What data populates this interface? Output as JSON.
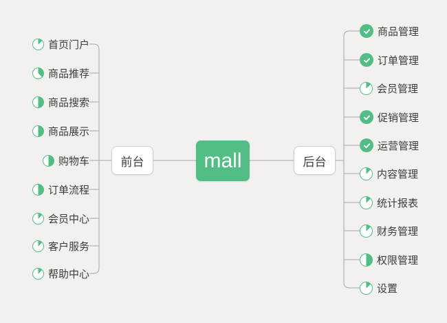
{
  "root": {
    "label": "mall"
  },
  "frontend": {
    "label": "前台",
    "items": [
      {
        "label": "首页门户",
        "progress": 12.5
      },
      {
        "label": "商品推荐",
        "progress": 37.5
      },
      {
        "label": "商品搜索",
        "progress": 50
      },
      {
        "label": "商品展示",
        "progress": 50
      },
      {
        "label": "购物车",
        "progress": 50
      },
      {
        "label": "订单流程",
        "progress": 50
      },
      {
        "label": "会员中心",
        "progress": 12.5
      },
      {
        "label": "客户服务",
        "progress": 12.5
      },
      {
        "label": "帮助中心",
        "progress": 12.5
      }
    ]
  },
  "backend": {
    "label": "后台",
    "items": [
      {
        "label": "商品管理",
        "progress": 100
      },
      {
        "label": "订单管理",
        "progress": 100
      },
      {
        "label": "会员管理",
        "progress": 12.5
      },
      {
        "label": "促销管理",
        "progress": 100
      },
      {
        "label": "运营管理",
        "progress": 100
      },
      {
        "label": "内容管理",
        "progress": 12.5
      },
      {
        "label": "统计报表",
        "progress": 12.5
      },
      {
        "label": "财务管理",
        "progress": 12.5
      },
      {
        "label": "权限管理",
        "progress": 50
      },
      {
        "label": "设置",
        "progress": 12.5
      }
    ]
  },
  "colors": {
    "accent_green": "#52be86",
    "line_gray": "#a5a5a3",
    "background": "#f2f1ef"
  }
}
